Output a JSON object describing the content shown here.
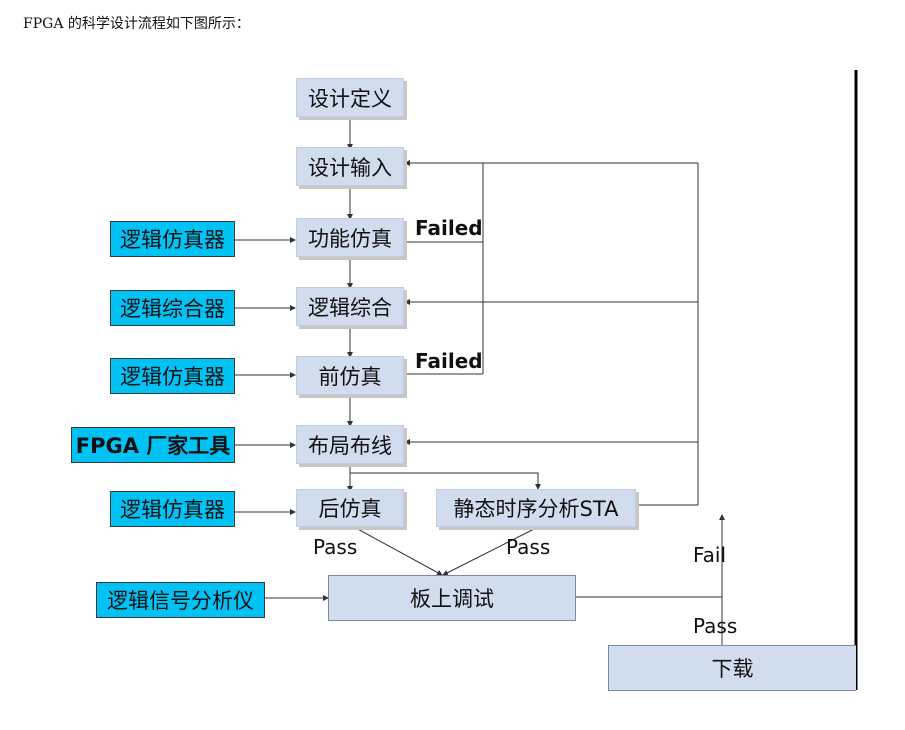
{
  "intro": "FPGA 的科学设计流程如下图所示：",
  "steps": {
    "design_def": "设计定义",
    "design_input": "设计输入",
    "func_sim": "功能仿真",
    "logic_synth": "逻辑综合",
    "pre_sim": "前仿真",
    "place_route": "布局布线",
    "post_sim": "后仿真",
    "sta": "静态时序分析STA",
    "board_debug": "板上调试",
    "download": "下载"
  },
  "tools": {
    "sim1": "逻辑仿真器",
    "synth": "逻辑综合器",
    "sim2": "逻辑仿真器",
    "vendor": "FPGA 厂家工具",
    "sim3": "逻辑仿真器",
    "analyzer": "逻辑信号分析仪"
  },
  "labels": {
    "failed1": "Failed",
    "failed2": "Failed",
    "pass1": "Pass",
    "pass2": "Pass",
    "fail": "Fail",
    "pass3": "Pass"
  },
  "colors": {
    "step_fill": "#d2dcef",
    "tool_fill": "#00c2f5",
    "line": "#333333"
  }
}
